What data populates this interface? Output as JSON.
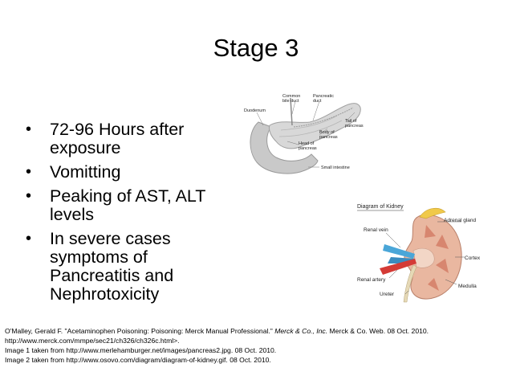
{
  "slide": {
    "title": "Stage 3",
    "bullets": [
      {
        "line1": "72-96 Hours after",
        "line2": "exposure"
      },
      {
        "line1": "Vomitting",
        "line2": ""
      },
      {
        "line1": "Peaking of AST, ALT",
        "line2": "levels"
      },
      {
        "line1": "In severe cases",
        "line2": "symptoms of",
        "line3": "Pancreatitis and",
        "line4": "Nephrotoxicity"
      }
    ],
    "pancreas_diagram": {
      "labels": {
        "common_bile_duct_1": "Common",
        "common_bile_duct_2": "bile duct",
        "pancreatic_duct_1": "Pancreatic",
        "pancreatic_duct_2": "duct",
        "duodenum": "Duodenum",
        "tail_1": "Tail of",
        "tail_2": "pancreas",
        "body_1": "Body of",
        "body_2": "pancreas",
        "head_1": "Head of",
        "head_2": "pancreas",
        "small_intestine": "Small intestine"
      }
    },
    "kidney_diagram": {
      "title": "Diagram of Kidney",
      "labels": {
        "adrenal_gland": "Adrenal gland",
        "renal_vein": "Renal vein",
        "cortex": "Cortex",
        "renal_artery": "Renal artery",
        "medulla": "Medulla",
        "ureter": "Ureter"
      }
    },
    "references": {
      "line1_a": "O'Malley, Gerald F. \"Acetaminophen Poisoning: Poisoning: Merck Manual Professional.\" ",
      "line1_b": "Merck & Co., Inc.",
      "line1_c": " Merck & Co. Web. 08 Oct. 2010.",
      "line2": "http://www.merck.com/mmpe/sec21/ch326/ch326c.html>.",
      "line3": "Image 1 taken from http://www.merlehamburger.net/images/pancreas2.jpg. 08 Oct. 2010.",
      "line4": "Image 2 taken from http://www.osovo.com/diagram/diagram-of-kidney.gif. 08 Oct. 2010."
    }
  }
}
